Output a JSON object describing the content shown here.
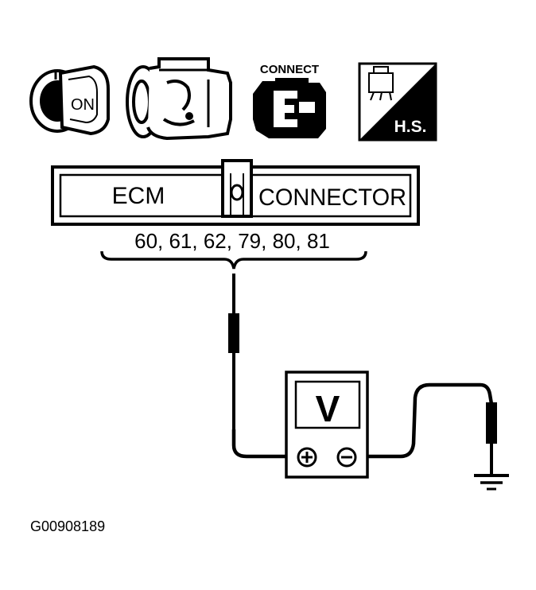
{
  "icons": [
    {
      "name": "ignition-key-icon",
      "label": "ON"
    },
    {
      "name": "engine-icon",
      "label": ""
    },
    {
      "name": "connector-icon",
      "label": "CONNECT"
    },
    {
      "name": "harness-side-icon",
      "label": "H.S."
    }
  ],
  "connector": {
    "left_label": "ECM",
    "right_label": "CONNECTOR",
    "terminals": "60, 61, 62, 79, 80, 81"
  },
  "meter": {
    "display": "V",
    "plus_symbol": "+",
    "minus_symbol": "−"
  },
  "figure_id": "G00908189"
}
